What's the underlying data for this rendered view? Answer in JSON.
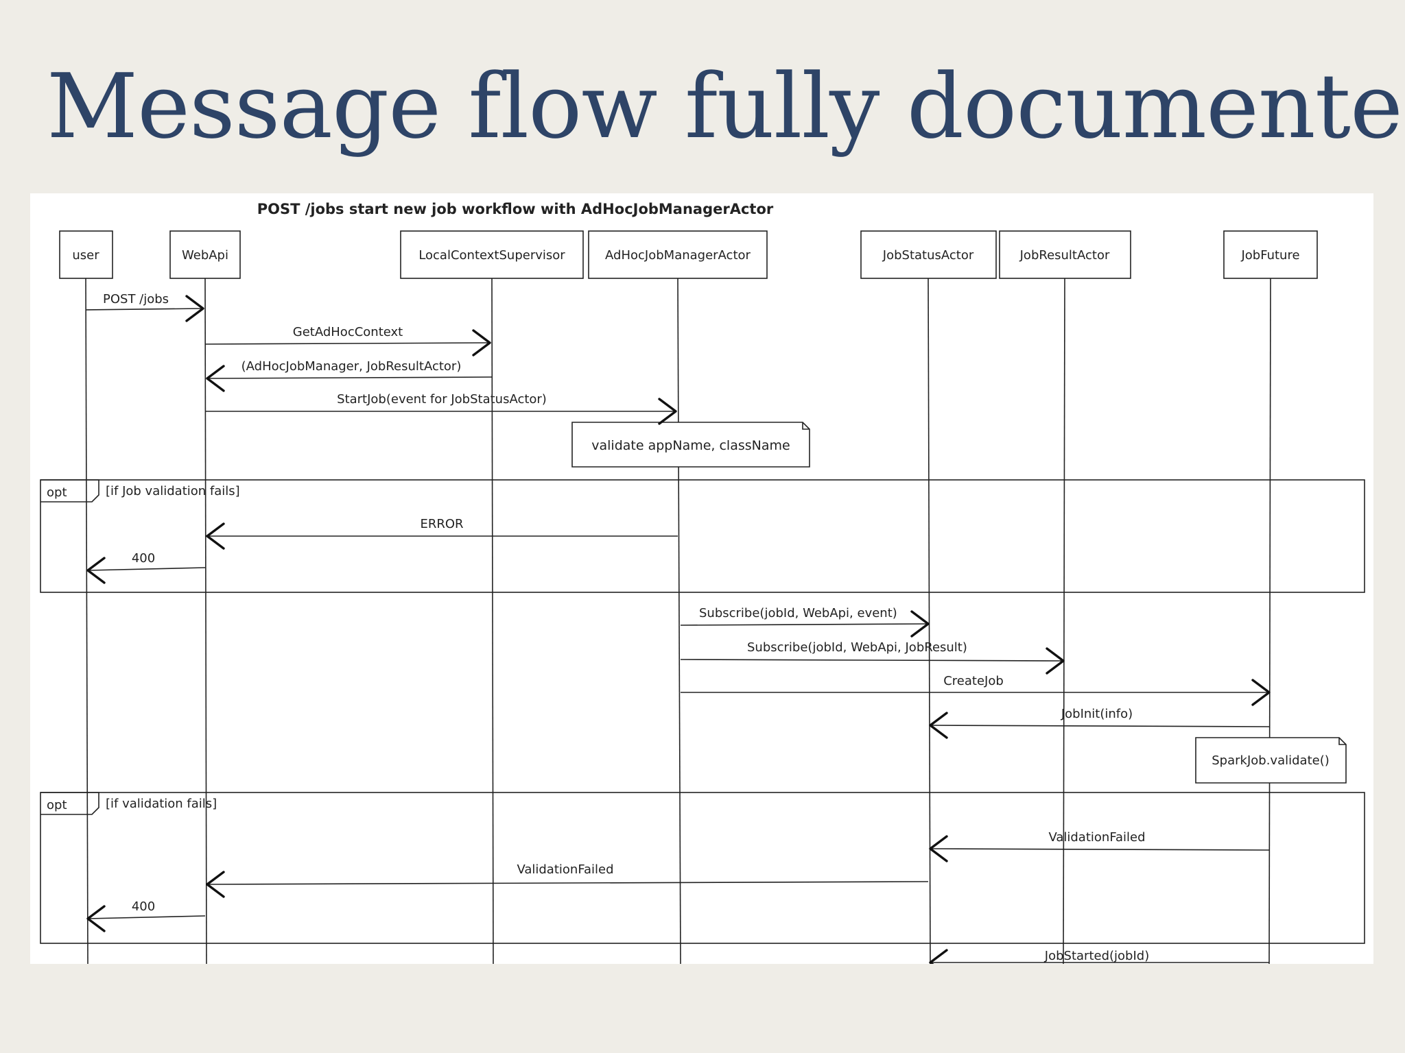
{
  "slide": {
    "title": "Message flow fully documented"
  },
  "diagram": {
    "title": "POST /jobs start new job workflow with AdHocJobManagerActor",
    "participants": [
      "user",
      "WebApi",
      "LocalContextSupervisor",
      "AdHocJobManagerActor",
      "JobStatusActor",
      "JobResultActor",
      "JobFuture"
    ],
    "messages": [
      {
        "from": "user",
        "to": "WebApi",
        "label": "POST /jobs"
      },
      {
        "from": "WebApi",
        "to": "LocalContextSupervisor",
        "label": "GetAdHocContext"
      },
      {
        "from": "LocalContextSupervisor",
        "to": "WebApi",
        "label": "(AdHocJobManager, JobResultActor)"
      },
      {
        "from": "WebApi",
        "to": "AdHocJobManagerActor",
        "label": "StartJob(event for JobStatusActor)"
      },
      {
        "from": "AdHocJobManagerActor",
        "to": "WebApi",
        "label": "ERROR"
      },
      {
        "from": "WebApi",
        "to": "user",
        "label": "400"
      },
      {
        "from": "AdHocJobManagerActor",
        "to": "JobStatusActor",
        "label": "Subscribe(jobId, WebApi, event)"
      },
      {
        "from": "AdHocJobManagerActor",
        "to": "JobResultActor",
        "label": "Subscribe(jobId, WebApi, JobResult)"
      },
      {
        "from": "AdHocJobManagerActor",
        "to": "JobFuture",
        "label": "CreateJob"
      },
      {
        "from": "JobFuture",
        "to": "JobStatusActor",
        "label": "JobInit(info)"
      },
      {
        "from": "JobFuture",
        "to": "JobStatusActor",
        "label": "ValidationFailed"
      },
      {
        "from": "JobStatusActor",
        "to": "WebApi",
        "label": "ValidationFailed"
      },
      {
        "from": "WebApi",
        "to": "user",
        "label": "400"
      },
      {
        "from": "JobFuture",
        "to": "JobStatusActor",
        "label": "JobStarted(jobId)"
      }
    ],
    "notes": [
      {
        "on": "AdHocJobManagerActor",
        "text": "validate appName, className"
      },
      {
        "on": "JobFuture",
        "text": "SparkJob.validate()"
      }
    ],
    "fragments": [
      {
        "tag": "opt",
        "guard": "[if Job validation fails]"
      },
      {
        "tag": "opt",
        "guard": "[if validation fails]"
      }
    ]
  }
}
